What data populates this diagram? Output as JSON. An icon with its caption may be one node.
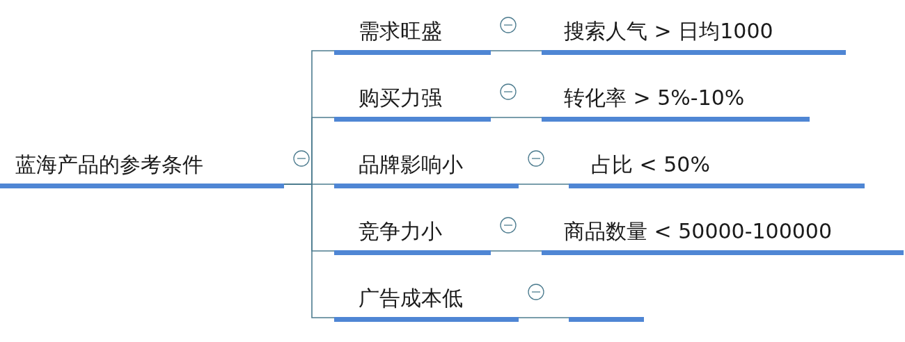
{
  "diagram": {
    "nodes": [
      {
        "text": [
          "蓝海产品的参考条件"
        ]
      },
      {
        "text": [
          "需求旺盛"
        ]
      },
      {
        "text": [
          "购买力强"
        ]
      },
      {
        "text": [
          "品牌影响小"
        ]
      },
      {
        "text": [
          "竞争力小"
        ]
      },
      {
        "text": [
          "广告成本低"
        ]
      },
      {
        "text": [
          "搜索人气 > 日均1000"
        ]
      },
      {
        "text": [
          "转化率 > 5%-10%"
        ]
      },
      {
        "text": [
          "占比 < 50%"
        ]
      },
      {
        "text": [
          "商品数量 < 50000-100000"
        ]
      },
      {
        "text": [],
        "shape": "bar"
      }
    ],
    "edges": [
      {
        "from": 0,
        "to": 1,
        "arrow": "none"
      },
      {
        "from": 0,
        "to": 2,
        "arrow": "none"
      },
      {
        "from": 0,
        "to": 3,
        "arrow": "none"
      },
      {
        "from": 0,
        "to": 4,
        "arrow": "none"
      },
      {
        "from": 0,
        "to": 5,
        "arrow": "none"
      },
      {
        "from": 1,
        "to": 6,
        "arrow": "none"
      },
      {
        "from": 2,
        "to": 7,
        "arrow": "none"
      },
      {
        "from": 3,
        "to": 8,
        "arrow": "none"
      },
      {
        "from": 4,
        "to": 9,
        "arrow": "none"
      },
      {
        "from": 5,
        "to": 10,
        "arrow": "none"
      }
    ]
  }
}
